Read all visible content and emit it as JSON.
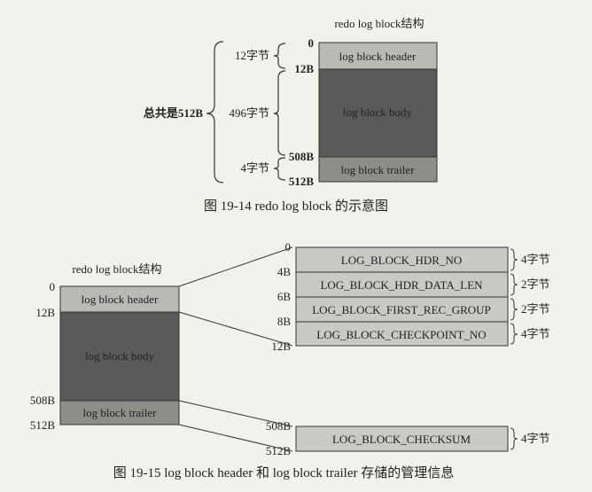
{
  "fig1": {
    "title": "redo log block结构",
    "total_label": "总共是512B",
    "sizes": [
      "12字节",
      "496字节",
      "4字节"
    ],
    "offsets": [
      "0",
      "12B",
      "508B",
      "512B"
    ],
    "segments": [
      {
        "label": "log block header",
        "color": "#b9b9b6",
        "text_color": "#222222"
      },
      {
        "label": "log block body",
        "color": "#5a5a58",
        "text_color": "#e6e6e6"
      },
      {
        "label": "log block trailer",
        "color": "#8d8d8a",
        "text_color": "#ececec"
      }
    ],
    "caption": "图 19-14   redo log block 的示意图"
  },
  "fig2": {
    "title": "redo log block结构",
    "offsets": [
      "0",
      "12B",
      "508B",
      "512B"
    ],
    "segments": [
      {
        "label": "log block header",
        "color": "#b9b9b6",
        "text_color": "#222222"
      },
      {
        "label": "log block body",
        "color": "#5a5a58",
        "text_color": "#e6e6e6"
      },
      {
        "label": "log block trailer",
        "color": "#8d8d8a",
        "text_color": "#ececec"
      }
    ],
    "header_fields": [
      {
        "name": "LOG_BLOCK_HDR_NO",
        "size": "4字节"
      },
      {
        "name": "LOG_BLOCK_HDR_DATA_LEN",
        "size": "2字节"
      },
      {
        "name": "LOG_BLOCK_FIRST_REC_GROUP",
        "size": "2字节"
      },
      {
        "name": "LOG_BLOCK_CHECKPOINT_NO",
        "size": "4字节"
      }
    ],
    "header_offsets": [
      "0",
      "4B",
      "6B",
      "8B",
      "12B"
    ],
    "trailer_fields": [
      {
        "name": "LOG_BLOCK_CHECKSUM",
        "size": "4字节"
      }
    ],
    "trailer_offsets": [
      "508B",
      "512B"
    ],
    "field_color": "#c9c9c6",
    "caption": "图 19-15   log block header 和 log block trailer 存储的管理信息"
  }
}
